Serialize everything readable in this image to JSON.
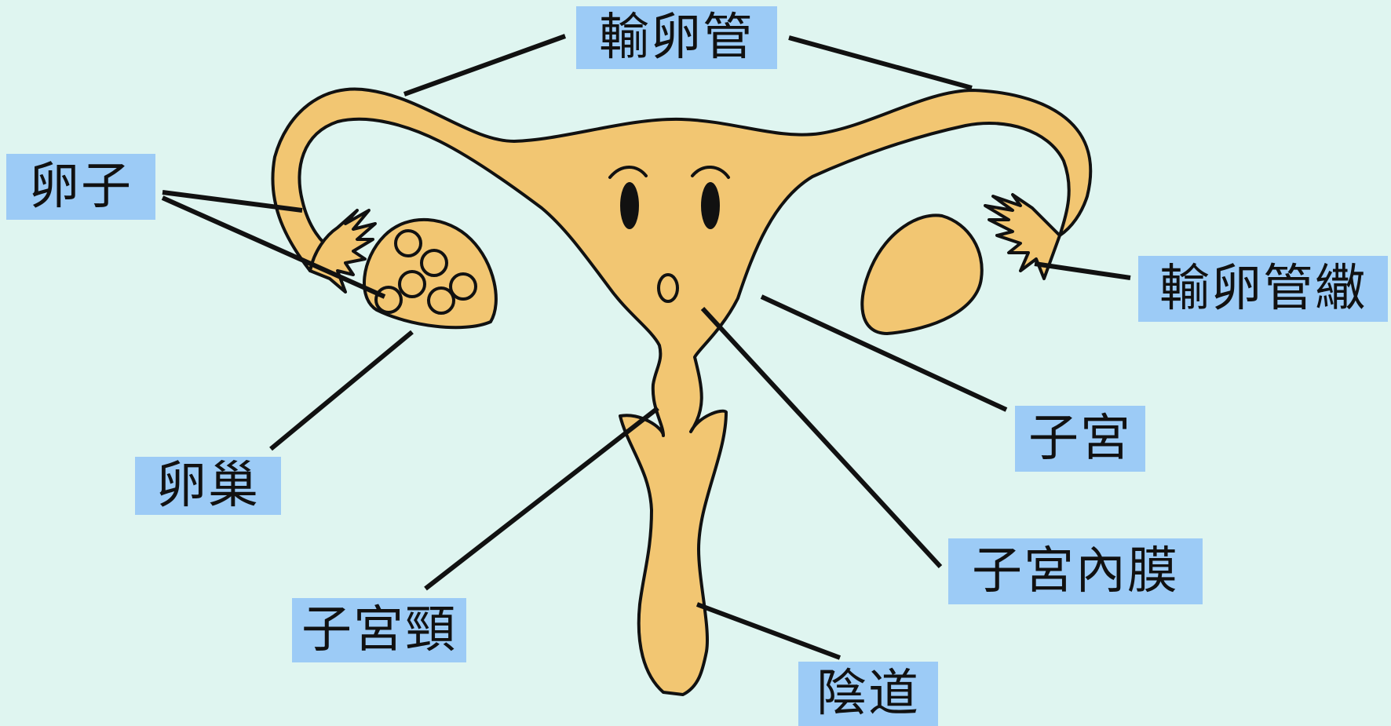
{
  "labels": {
    "fallopian_tube": "輸卵管",
    "egg": "卵子",
    "fimbriae": "輸卵管繖",
    "ovary": "卵巢",
    "uterus": "子宮",
    "endometrium": "子宮內膜",
    "cervix": "子宮頸",
    "vagina": "陰道"
  },
  "colors": {
    "background": "#dff5f0",
    "organ_fill": "#f2c672",
    "outline": "#111111",
    "label_bg": "#9ccbf6"
  }
}
